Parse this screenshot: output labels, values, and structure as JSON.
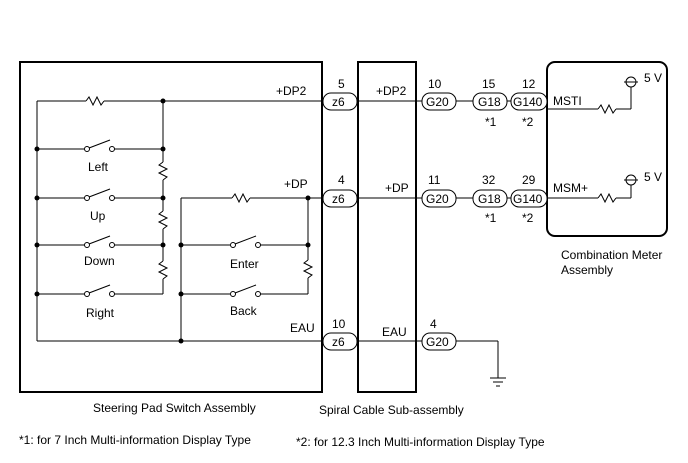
{
  "assemblies": {
    "steering_pad": "Steering Pad Switch Assembly",
    "spiral_cable": "Spiral Cable Sub-assembly",
    "combination_meter_line1": "Combination Meter",
    "combination_meter_line2": "Assembly"
  },
  "switches": {
    "left": "Left",
    "up": "Up",
    "down": "Down",
    "right": "Right",
    "enter": "Enter",
    "back": "Back"
  },
  "signals": {
    "dp2": "+DP2",
    "dp": "+DP",
    "eau": "EAU",
    "msti": "MSTI",
    "msm": "MSM+",
    "supply1": "5 V",
    "supply2": "5 V"
  },
  "connectors": {
    "row1": {
      "z6_pin": "5",
      "z6": "z6",
      "g20_pin": "10",
      "g20": "G20",
      "g18_pin": "15",
      "g18": "G18",
      "g140_pin": "12",
      "g140": "G140",
      "note1": "*1",
      "note2": "*2"
    },
    "row2": {
      "z6_pin": "4",
      "z6": "z6",
      "g20_pin": "11",
      "g20": "G20",
      "g18_pin": "32",
      "g18": "G18",
      "g140_pin": "29",
      "g140": "G140",
      "note1": "*1",
      "note2": "*2"
    },
    "row3": {
      "z6_pin": "10",
      "z6": "z6",
      "g20_pin": "4",
      "g20": "G20"
    }
  },
  "footnotes": {
    "note1": "*1: for 7 Inch Multi-information Display Type",
    "note2": "*2: for 12.3 Inch Multi-information Display Type"
  }
}
